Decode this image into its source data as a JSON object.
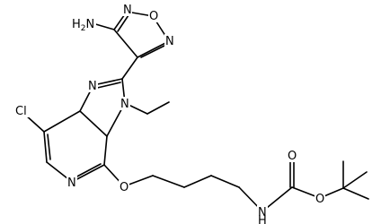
{
  "molecule": {
    "atoms": {
      "nh2": "H2N",
      "n_oxa_top": "N",
      "o_oxa": "O",
      "n_oxa_right": "N",
      "n_imid_top": "N",
      "n_imid_ethyl": "N",
      "cl": "Cl",
      "n_pyr": "N",
      "o_ether": "O",
      "nh_carbamate": "N",
      "h_carbamate": "H",
      "o_carbonyl": "O",
      "o_ester": "O"
    }
  }
}
